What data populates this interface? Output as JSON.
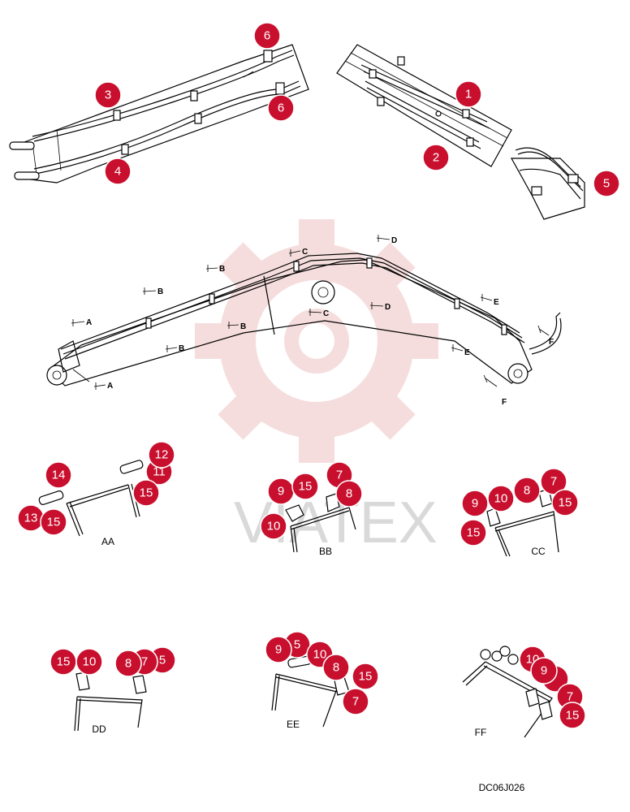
{
  "watermark": {
    "text": "VIATEX",
    "color": "#f4c7c7"
  },
  "drawing_code": "DC06J026",
  "callout_color": "#c8102e",
  "views": {
    "aa": "AA",
    "bb": "BB",
    "cc": "CC",
    "dd": "DD",
    "ee": "EE",
    "ff": "FF"
  },
  "section_letters": {
    "a": "A",
    "b": "B",
    "c": "C",
    "d": "D",
    "e": "E",
    "f": "F"
  },
  "callouts": {
    "top_left": [
      "6",
      "3",
      "6",
      "4"
    ],
    "top_right": [
      "1",
      "2",
      "5"
    ],
    "aa": [
      "14",
      "13",
      "15",
      "12",
      "11",
      "15"
    ],
    "bb": [
      "7",
      "9",
      "15",
      "8",
      "10"
    ],
    "cc": [
      "7",
      "8",
      "10",
      "9",
      "15",
      "15"
    ],
    "dd": [
      "15",
      "10",
      "8",
      "7",
      "5"
    ],
    "ee": [
      "9",
      "5",
      "10",
      "8",
      "15",
      "7"
    ],
    "ff": [
      "10",
      "9",
      "7",
      "15"
    ]
  }
}
